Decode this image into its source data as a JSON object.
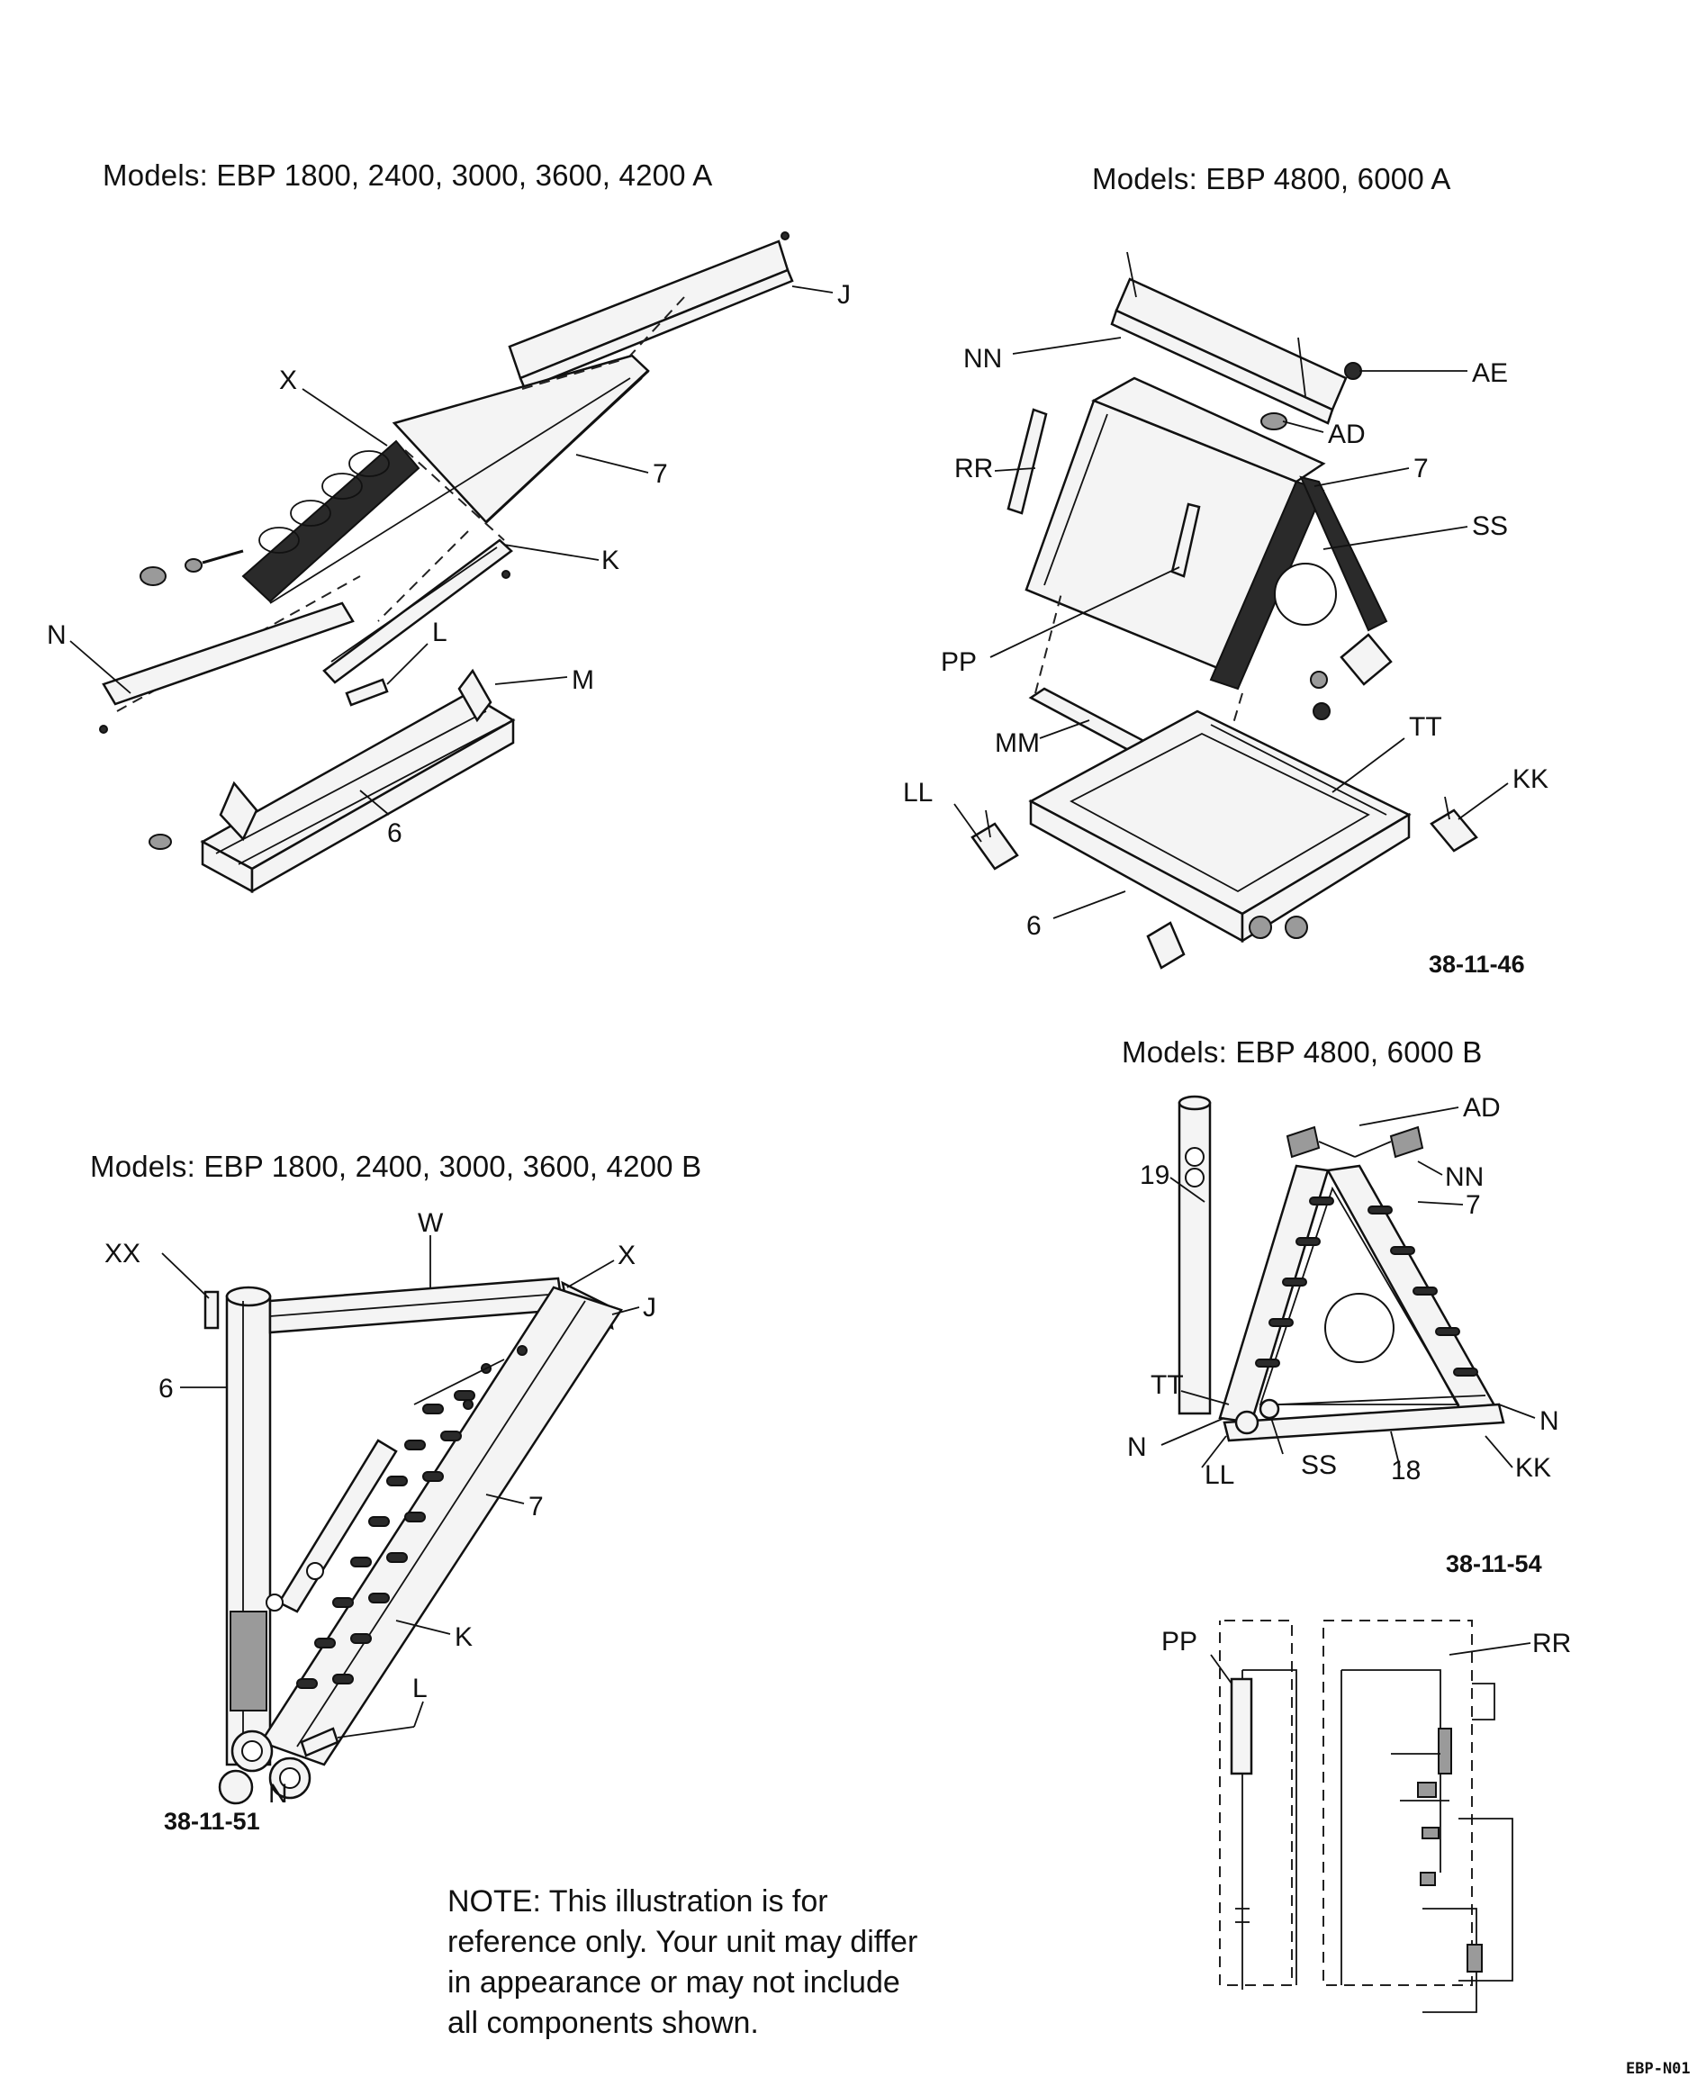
{
  "figures": {
    "top_left": {
      "title": "Models: EBP 1800, 2400, 3000, 3600, 4200 A",
      "callouts": [
        "J",
        "X",
        "7",
        "K",
        "N",
        "L",
        "M",
        "6"
      ]
    },
    "top_right": {
      "title": "Models: EBP 4800, 6000 A",
      "callouts": [
        "NN",
        "AE",
        "AD",
        "RR",
        "7",
        "SS",
        "PP",
        "MM",
        "TT",
        "LL",
        "KK",
        "6"
      ],
      "ref": "38-11-46"
    },
    "bottom_left": {
      "title": "Models: EBP 1800, 2400, 3000, 3600, 4200 B",
      "callouts": [
        "XX",
        "W",
        "X",
        "J",
        "6",
        "7",
        "K",
        "L",
        "N"
      ],
      "ref": "38-11-51"
    },
    "mid_right": {
      "title": "Models: EBP 4800, 6000 B",
      "callouts": [
        "AD",
        "19",
        "NN",
        "7",
        "TT",
        "N",
        "N",
        "LL",
        "SS",
        "18",
        "KK"
      ],
      "ref": "38-11-54"
    },
    "bottom_right": {
      "callouts": [
        "PP",
        "RR"
      ]
    }
  },
  "note": "NOTE:     This illustration is for reference only.    Your unit may differ in appearance or may not include all components shown.",
  "doc_id": "EBP-N01"
}
